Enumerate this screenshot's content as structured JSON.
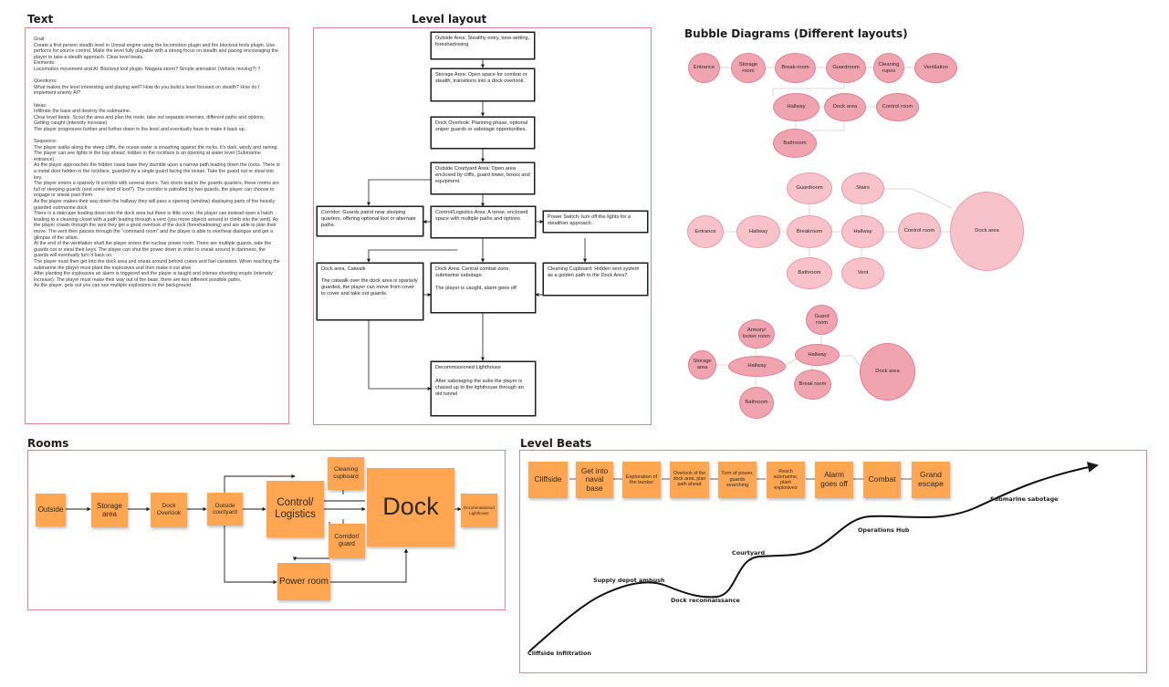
{
  "section_titles": {
    "text": "Text",
    "level_layout": "Level layout",
    "bubble_diagrams": "Bubble Diagrams (Different layouts)",
    "rooms": "Rooms",
    "level_beats": "Level Beats"
  },
  "text_panel": {
    "content": "Goal:\nCreate a first person stealth level in Unreal engine using the locomotion plugin and the blockout tools plugin. Use  perforce for source control. Make the level fully playable with a strong focus on stealth and pacing encouraging the player to take a stealth approach. Clear level beats.\nElements:\nLocomotion movement and AI. Blockout tool plugin. Niagara storm? Simple animation (Vehicle moving?) ?\n\nQuestions:\nWhat makes the level interesting and playing well? How do you build a level focused on stealth? How do I implement enemy AI?\n\nIdeas:\nInfiltrate the base and destroy the submarine.\nClear level beats. Scout the area and plan the route, take out separate enemies, different paths and options, Getting caught (intensity increase)\nThe player progresses further and further down in the level and eventually have to make it back up.\n\nSequence:\nThe player walks along the steep cliffs, the ocean water is smashing against the rocks. It's dark, windy and raining. The player can see lights in the bay ahead, hidden in the rockface is an opening at water level (Submarine entrance).\nAs the player approaches the hidden naval base they stumble upon a narrow path leading down the rocks. There is a metal door hidden in the rockface, guarded by a single guard facing the ocean. Take the guard out or steal into key.\nThe player enters a sparsely lit corridor with several doors. Two doors lead to the guards quarters, these rooms are full of sleeping guards (and some kind of loot?). The corridor is patrolled by two guards, the player can choose to engage or sneak past them.\nAs the player makes their way down the hallway they will pass a opening (window) displaying parts of the heavily guarded submarine dock.\nThere is a staircase leading down into the dock area but there is little cover, the player can instead open a hatch leading to a cleaning closet with a path leading through a vent (you move objects around to climb into the vent). As the player crawls through the vent they get a good overlook of the dock (foreshadowing) and are able to plan their move. The vent then passes through the \"command room\" and the player is able to overhear dialogue and get a glimpse of the villain.\nAt the end of the ventilation shaft the player enters the nuclear power room. There are multiple guards, take the guards out or steal their keys. The player can shut the power down in order to sneak around in darkness, the guards will eventually turn it back on.\nThe player must then get into the dock area and sneak around behind crates and fuel canisters. When reaching the submarine the player must plant the explosives and then make it out alive.\nAfter planting the explosives an alarm is triggered and the player is taught and intense shooting erupts (intensity increase). The player must make their way out of the base, there are two different possible paths.\nAs the player, gets out you can see multiple explosions in the background."
  },
  "level_layout": {
    "outside": "Outside Area: Stealthy entry, tone-setting, foreshadowing",
    "storage": "Storage Area: Open space for combat or stealth, transitions into a dock overlook.",
    "dock_overlook": "Dock Overlook: Planning phase, optional sniper guards or sabotage opportunities.",
    "courtyard": "Outside Courtyard Area: Open area enclosed by cliffs, guard tower, boxes and equipment.",
    "corridor": "Corridor: Guards patrol near sleeping quarters, offering optional loot or alternate paths.",
    "control": "Control/Logistics Area: A tense, enclosed space with multiple paths and options",
    "power": "Power Switch: turn off the lights for a stealthier approach.",
    "dock_catwalk_title": "Dock area, Catwalk",
    "dock_catwalk_body": "The catwalk over the dock area is sparsely guarded, the player can move from cover to cover and take out guards.",
    "dock_area": "Dock Area: Central combat zone, submarine sabotage.",
    "dock_area_caught": "The player is caught, alarm goes off",
    "cleaning": "Cleaning Cupboard: Hidden vent system as a golden path to the Dock Area?",
    "lighthouse_title": "Decommissioned Lighthouse",
    "lighthouse_body": "After sabotaging the subs the player is chased up to the lighthouse through an old tunnel"
  },
  "bubbles": {
    "d1": {
      "entrance": "Entrance",
      "storage_room": "Storage room",
      "break_room": "Break-room",
      "guard_room": "Guardroom",
      "cleaning_rupos": "Cleaning rupos",
      "ventilation": "Ventilation",
      "hallway": "Hallway",
      "dock_area": "Dock area",
      "control_room": "Control room",
      "bathroom": "Bathroom"
    },
    "d2": {
      "guardroom": "Guardroom",
      "stairs": "Stairs",
      "entrance": "Entrance",
      "hallway_a": "Hallway",
      "breakroom": "Breakroom",
      "hallway_b": "Hallway",
      "control_room": "Control room",
      "dock_area": "Dock area",
      "bathroom": "Bathroom",
      "vent": "Vent"
    },
    "d3": {
      "guard_room": "Guard room",
      "armory": "Armory/ locker room",
      "hallway_a": "Hallway",
      "storage_area": "Storage area",
      "hallway_b": "Hallway",
      "dock_area": "Dock area",
      "break_room": "Break room",
      "bathroom": "Bathroom"
    }
  },
  "rooms": {
    "outside": "Outside",
    "storage": "Storage area",
    "dock_overlook": "Dock Overlook",
    "outside_courtyard": "Outside courtyard",
    "control": "Control/ Logistics",
    "cleaning": "Cleaning cupboard",
    "corridor": "Corridor/ guard",
    "dock": "Dock",
    "lighthouse": "Decommissioned Lighthouse",
    "power": "Power room"
  },
  "beats": {
    "stickies": [
      "Cliffside",
      "Get into naval base",
      "Exploration of the bunker",
      "Overlook of the dock area, plan path ahead",
      "Turn of power, guards searching",
      "Reach submarine, plant explosives",
      "Alarm goes off",
      "Combat",
      "Grand escape"
    ],
    "curve_labels": {
      "cliffside_infiltration": "Cliffside Infiltration",
      "supply_depot": "Supply depot ambush",
      "dock_recon": "Dock reconnaissance",
      "courtyard": "Courtyard",
      "ops_hub": "Operations Hub",
      "sub_sabotage": "Submarine sabotage"
    }
  },
  "colors": {
    "frame_border": "#e0868e",
    "bubble_fill": "#f0a4b0",
    "bubble_border": "#e47f91",
    "sticky": "#ffa652",
    "line": "#1e1e1e"
  }
}
